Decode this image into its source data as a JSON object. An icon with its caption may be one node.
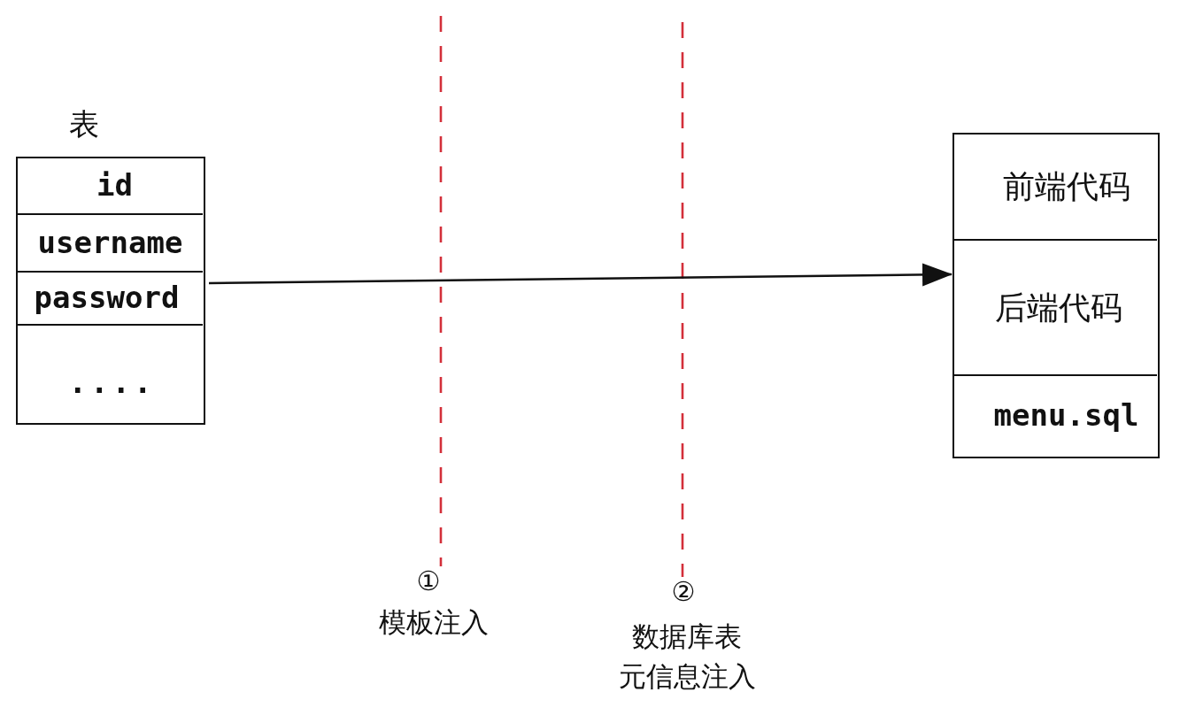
{
  "diagram": {
    "nodes": [
      {
        "text": [
          "表"
        ]
      },
      {
        "text": [
          "id"
        ],
        "in": 0
      },
      {
        "text": [
          "username"
        ],
        "in": 0
      },
      {
        "text": [
          "password"
        ],
        "in": 0
      },
      {
        "text": [
          "...."
        ],
        "in": 0
      },
      {
        "text": [],
        "shape": "box"
      },
      {
        "text": [
          "前端代码"
        ],
        "in": 5
      },
      {
        "text": [
          "后端代码"
        ],
        "in": 5
      },
      {
        "text": [
          "menu.sql"
        ],
        "in": 5
      }
    ],
    "edges": [
      {
        "from": 0,
        "to": 5,
        "arrow": "to"
      }
    ],
    "labels": [
      "①",
      "模板注入",
      "②",
      "数据库表元信息注入"
    ]
  }
}
